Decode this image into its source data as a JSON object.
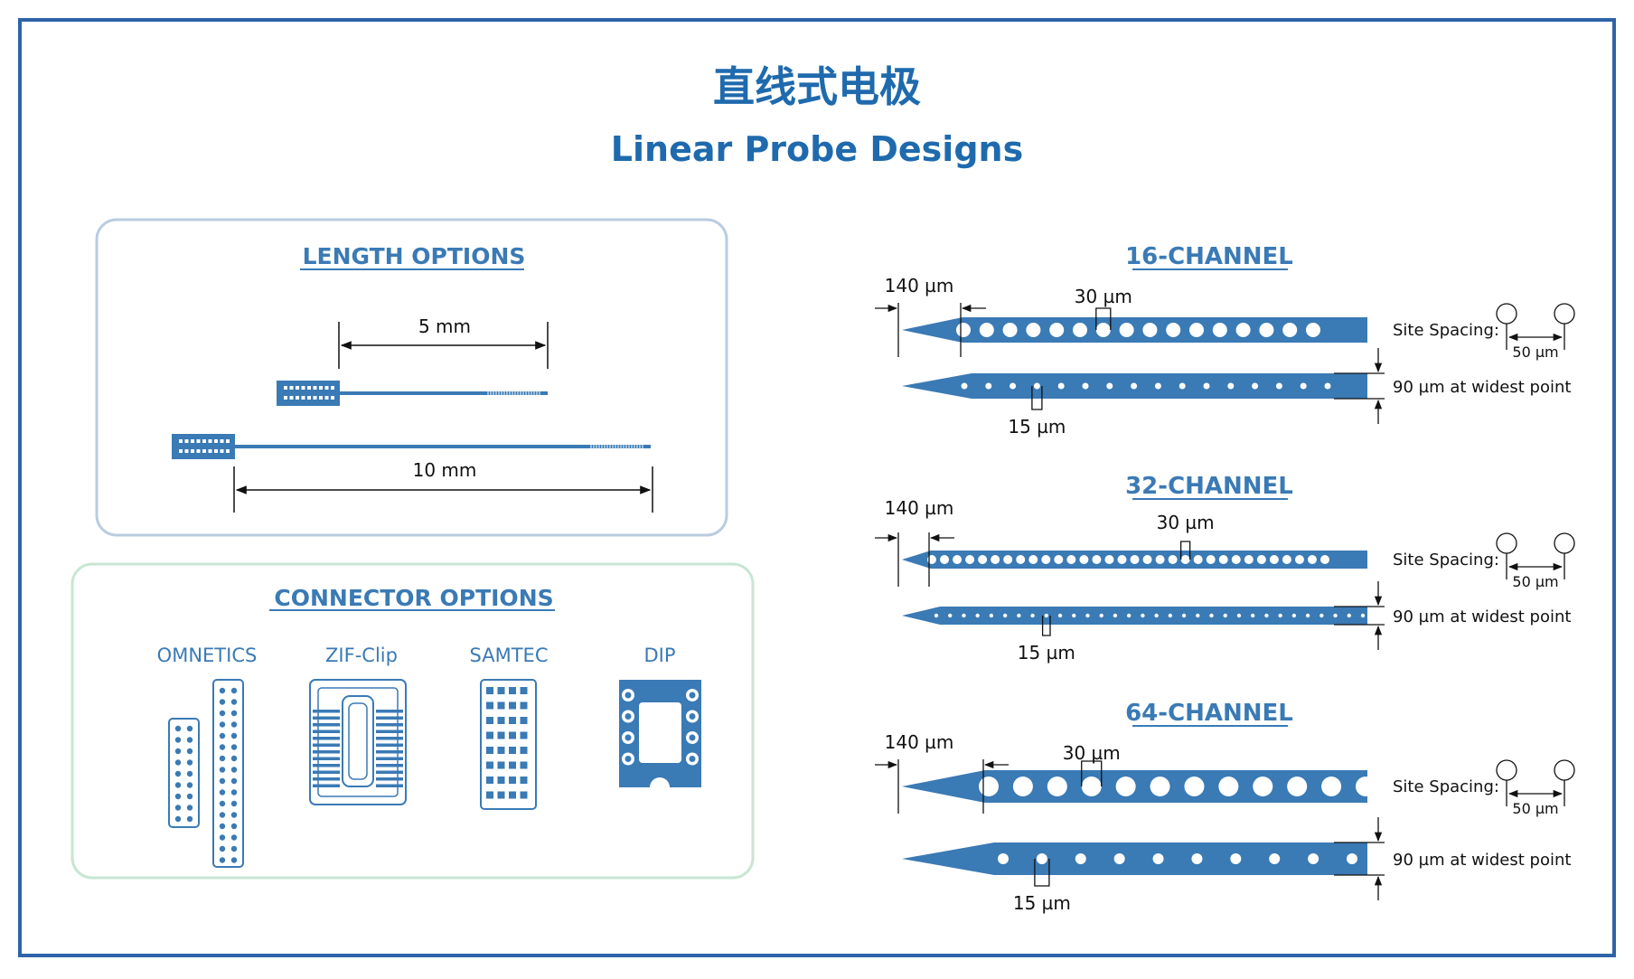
{
  "title_cn": "直线式电极",
  "title_en": "Linear Probe Designs",
  "colors": {
    "blue": "#3a7ab5",
    "dark_blue": "#1f6aad",
    "frame": "#2e63a8",
    "length_border": "#b9cce0",
    "connector_border": "#c7e6d3",
    "text": "#111111"
  },
  "length": {
    "heading": "LENGTH OPTIONS",
    "short_label": "5 mm",
    "long_label": "10 mm"
  },
  "connectors": {
    "heading": "CONNECTOR OPTIONS",
    "items": [
      {
        "label": "OMNETICS"
      },
      {
        "label": "ZIF-Clip"
      },
      {
        "label": "SAMTEC"
      },
      {
        "label": "DIP"
      }
    ]
  },
  "channels": [
    {
      "name": "16-CHANNEL",
      "tip_label": "140 µm",
      "site_label": "30 µm",
      "small_label": "15 µm",
      "spacing_label": "Site Spacing:",
      "spacing_value": "50 µm",
      "width_label": "90 µm at widest point"
    },
    {
      "name": "32-CHANNEL",
      "tip_label": "140 µm",
      "site_label": "30 µm",
      "small_label": "15 µm",
      "spacing_label": "Site Spacing:",
      "spacing_value": "50 µm",
      "width_label": "90 µm at widest point"
    },
    {
      "name": "64-CHANNEL",
      "tip_label": "140 µm",
      "site_label": "30 µm",
      "small_label": "15 µm",
      "spacing_label": "Site Spacing:",
      "spacing_value": "50 µm",
      "width_label": "90 µm at widest point"
    }
  ]
}
